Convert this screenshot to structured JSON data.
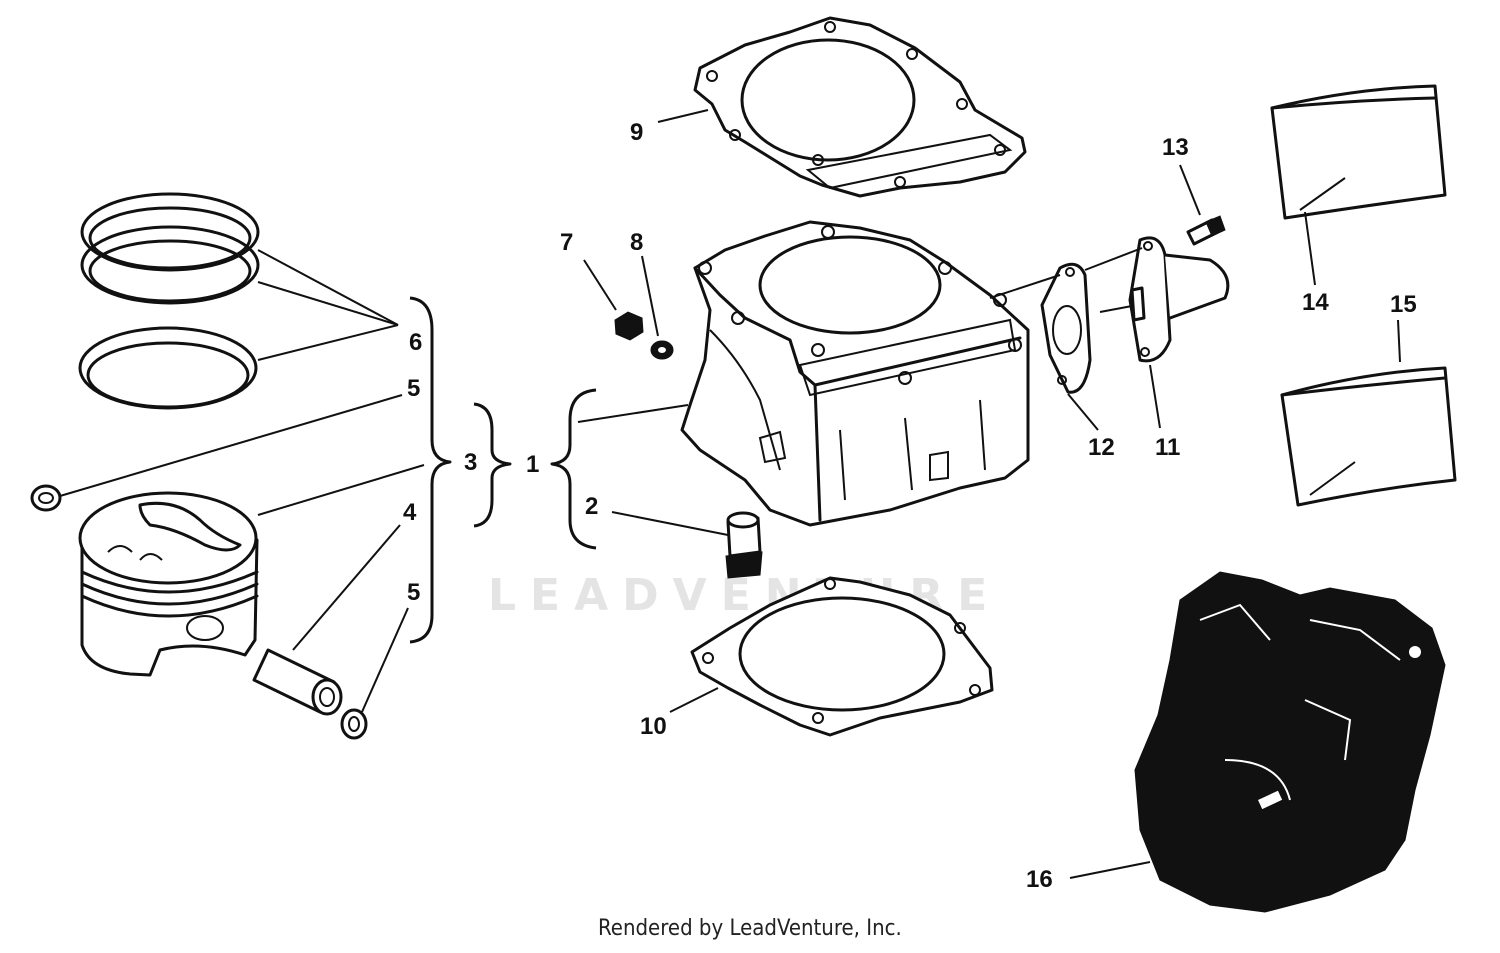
{
  "watermark": "LEADVENTURE",
  "footer": "Rendered by LeadVenture, Inc.",
  "callouts": {
    "c1": "1",
    "c2": "2",
    "c3": "3",
    "c4": "4",
    "c5a": "5",
    "c5b": "5",
    "c6": "6",
    "c7": "7",
    "c8": "8",
    "c9": "9",
    "c10": "10",
    "c11": "11",
    "c12": "12",
    "c13": "13",
    "c14": "14",
    "c15": "15",
    "c16": "16"
  }
}
